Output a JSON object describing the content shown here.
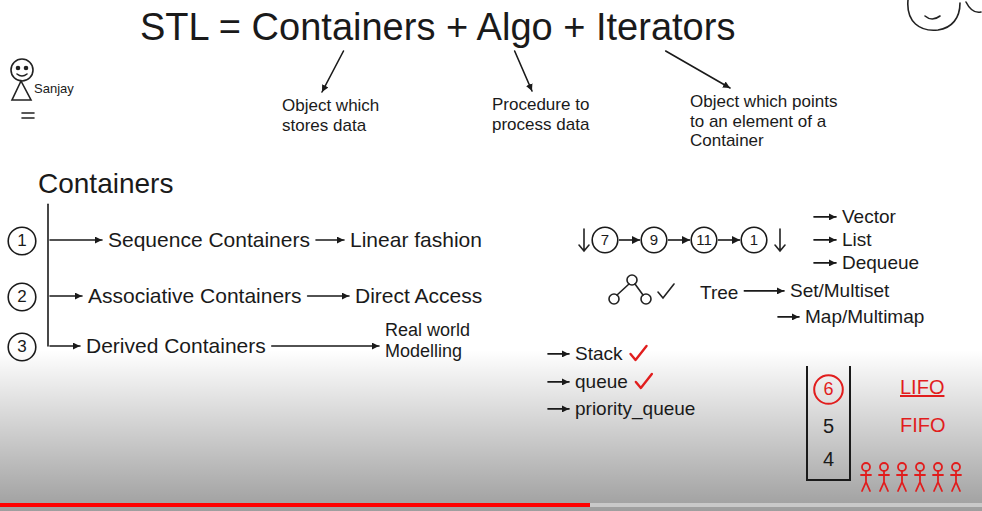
{
  "diagram": {
    "title": "STL = Containers + Algo + Iterators",
    "nodes": [
      {
        "text": [
          "1"
        ]
      },
      {
        "text": [
          "7"
        ]
      },
      {
        "text": [
          "9"
        ]
      },
      {
        "text": [
          "11"
        ]
      },
      {
        "text": [
          "1"
        ]
      },
      {
        "text": [
          "2"
        ]
      },
      {
        "text": [
          "3"
        ]
      },
      {
        "text": [
          "5",
          "4"
        ]
      },
      {
        "text": [
          "6"
        ],
        "in": 7
      }
    ],
    "edges": [
      {
        "from": 1,
        "to": 2,
        "arrow": "to"
      },
      {
        "from": 2,
        "to": 3,
        "arrow": "to"
      },
      {
        "from": 3,
        "to": 4,
        "arrow": "to"
      }
    ],
    "labels": [
      "Sanjay",
      "Object which stores data",
      "Procedure to process data",
      "Object which points to an element of a Container",
      "Containers",
      "Sequence Containers",
      "Linear fashion",
      "Vector",
      "List",
      "Dequeue",
      "Associative Containers",
      "Direct Access",
      "Tree",
      "Set/Multiset",
      "Map/Multimap",
      "Derived Containers",
      "Real world Modelling",
      "Stack",
      "queue",
      "priority_queue",
      "LIFO",
      "FIFO"
    ]
  }
}
